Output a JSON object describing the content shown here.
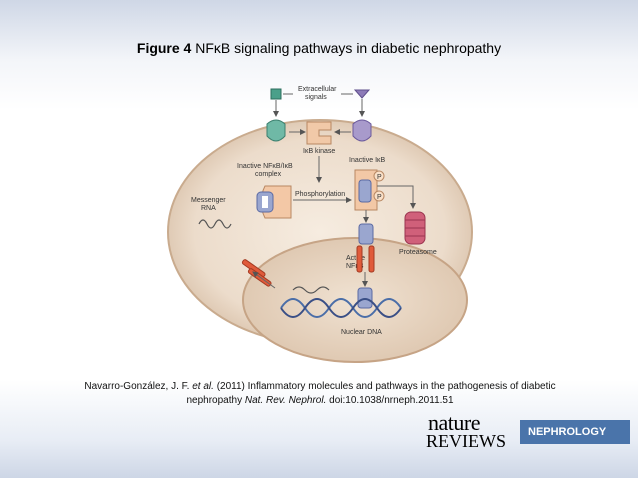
{
  "title": {
    "figure_label": "Figure 4",
    "text": "NFκB signaling pathways in diabetic nephropathy"
  },
  "diagram": {
    "labels": {
      "extracellular": "Extracellular",
      "signals": "signals",
      "ikb_kinase": "IκB kinase",
      "inactive_nfkb_1": "Inactive NFκB/IκB",
      "inactive_nfkb_2": "complex",
      "inactive_ikb": "Inactive IκB",
      "phosphorylation": "Phosphorylation",
      "p": "P",
      "active_1": "Active",
      "active_2": "NFκB",
      "messenger_1": "Messenger",
      "messenger_2": "RNA",
      "proteasome": "Proteasome",
      "nuclear_dna": "Nuclear DNA"
    }
  },
  "citation": {
    "authors": "Navarro-González, J. F.",
    "et_al": "et al.",
    "text": "(2011) Inflammatory molecules and pathways in the pathogenesis of diabetic",
    "line2": "nephropathy",
    "journal": "Nat. Rev. Nephrol.",
    "doi": "doi:10.1038/nrneph.2011.51"
  },
  "logo": {
    "nature": "nature",
    "reviews": "REVIEWS",
    "nephrology": "NEPHROLOGY"
  }
}
